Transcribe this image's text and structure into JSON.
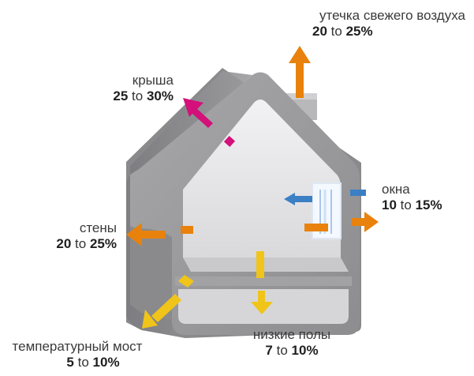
{
  "labels": {
    "air_leak": {
      "name": "утечка свежего воздуха",
      "from": "20",
      "to_word": "to",
      "to": "25%"
    },
    "roof": {
      "name": "крыша",
      "from": "25",
      "to_word": "to",
      "to": "30%"
    },
    "windows": {
      "name": "окна",
      "from": "10",
      "to_word": "to",
      "to": "15%"
    },
    "walls": {
      "name": "стены",
      "from": "20",
      "to_word": "to",
      "to": "25%"
    },
    "floors": {
      "name": "низкие полы",
      "from": "7",
      "to_word": "to",
      "to": "10%"
    },
    "thermal_bridge": {
      "name": "температурный мост",
      "from": "5",
      "to_word": "to",
      "to": "10%"
    }
  },
  "colors": {
    "house_wall": "#9a9a9c",
    "house_inner": "#e2e2e4",
    "orange": "#e8820c",
    "magenta": "#d4107a",
    "blue": "#3b7fc4",
    "yellow": "#f0c419"
  }
}
